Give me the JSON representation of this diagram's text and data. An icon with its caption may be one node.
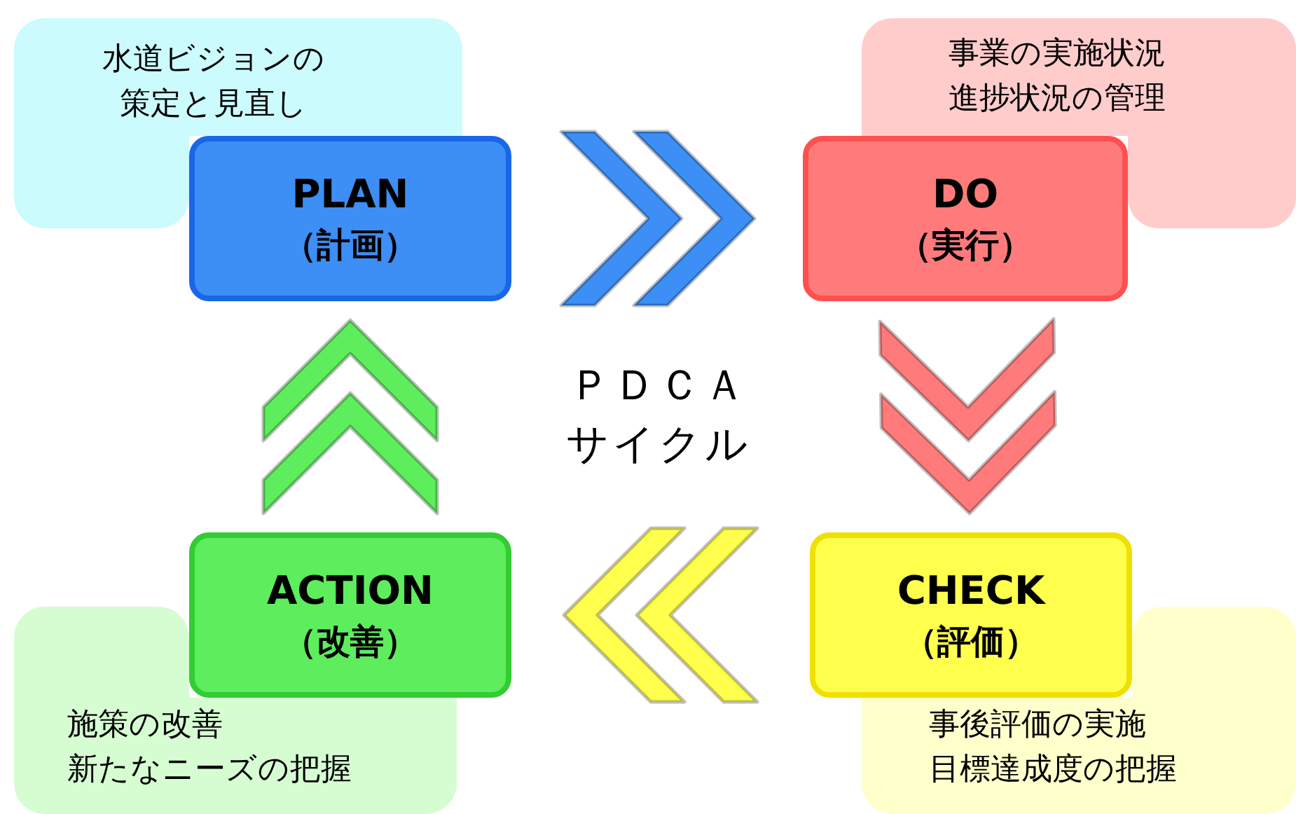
{
  "diagram": {
    "nodes": [
      {
        "text": [
          "水道ビジョンの策定と見直し"
        ]
      },
      {
        "text": [
          "PLAN",
          "（計画）"
        ]
      },
      {
        "text": [
          "事業の実施状況",
          "進捗状況の管理"
        ]
      },
      {
        "text": [
          "DO",
          "（実行）"
        ]
      },
      {
        "text": [
          "ACTION",
          "（改善）"
        ]
      },
      {
        "text": [
          "CHECK",
          "（評価）"
        ]
      },
      {
        "text": [
          "施策の改善",
          "新たなニーズの把握"
        ]
      },
      {
        "text": [
          "事後評価の実施",
          "目標達成度の把握"
        ]
      }
    ],
    "edges": [
      {
        "from": 1,
        "to": 3,
        "arrow": "to",
        "style": "thick",
        "color": "#3d8ef5"
      },
      {
        "from": 3,
        "to": 5,
        "arrow": "to",
        "style": "thick",
        "color": "#ff7b7b"
      },
      {
        "from": 5,
        "to": 4,
        "arrow": "to",
        "style": "thick",
        "color": "#ffff4d"
      },
      {
        "from": 4,
        "to": 1,
        "arrow": "to",
        "style": "thick",
        "color": "#5ded5d"
      }
    ],
    "labels": [
      "ＰＤＣＡ",
      "サイクル"
    ]
  }
}
